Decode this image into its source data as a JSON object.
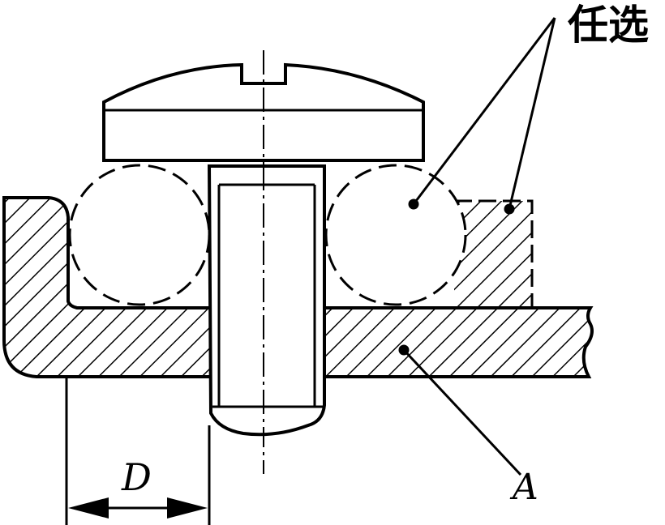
{
  "labels": {
    "optional": "任选",
    "part_a": "A",
    "dimension_d": "D"
  },
  "colors": {
    "ink": "#000000",
    "paper": "#ffffff"
  }
}
